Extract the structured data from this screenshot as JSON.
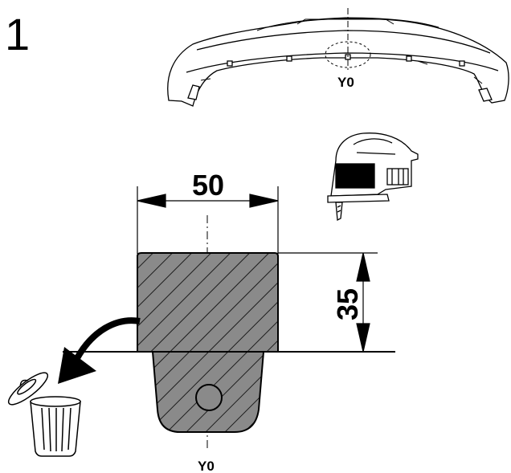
{
  "step_number": "1",
  "labels": {
    "axis_top": "Y0",
    "axis_bottom": "Y0"
  },
  "dimensions": {
    "width_value": "50",
    "height_value": "35"
  },
  "icons": {
    "bumper": "car-bumper-outline",
    "jigsaw": "jigsaw-tool",
    "trash": "trash-bin-with-lid",
    "arrow": "discard-arrow"
  },
  "colors": {
    "hatch_fill": "#8a8a8a",
    "line": "#000000",
    "background": "#ffffff"
  }
}
